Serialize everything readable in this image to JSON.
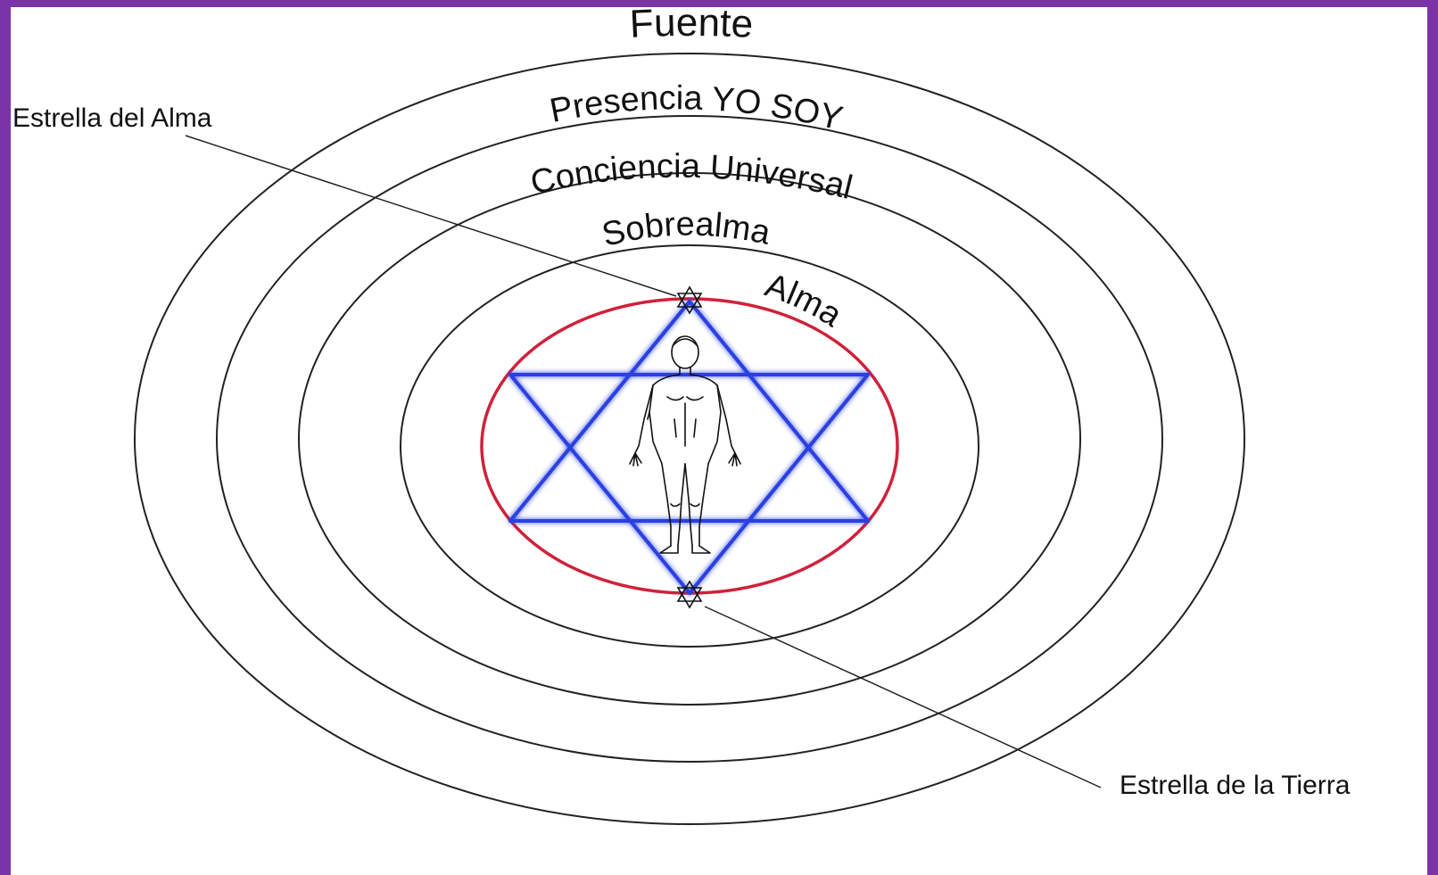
{
  "diagram": {
    "rings": [
      {
        "id": "ring-fuente",
        "label": "Fuente"
      },
      {
        "id": "ring-presencia",
        "label": "Presencia YO SOY"
      },
      {
        "id": "ring-conciencia",
        "label": "Conciencia Universal"
      },
      {
        "id": "ring-sobrealma",
        "label": "Sobrealma"
      },
      {
        "id": "ring-alma",
        "label": "Alma"
      }
    ],
    "callouts": {
      "soul_star": "Estrella del Alma",
      "earth_star": "Estrella de la Tierra"
    },
    "colors": {
      "frame": "#7b33a8",
      "rings": "#222222",
      "alma_circle": "#d0213a",
      "star_of_david": "#2a3fe0"
    },
    "icons": {
      "figure": "human-figure-icon",
      "small_stars": "star-of-david-icon"
    }
  }
}
